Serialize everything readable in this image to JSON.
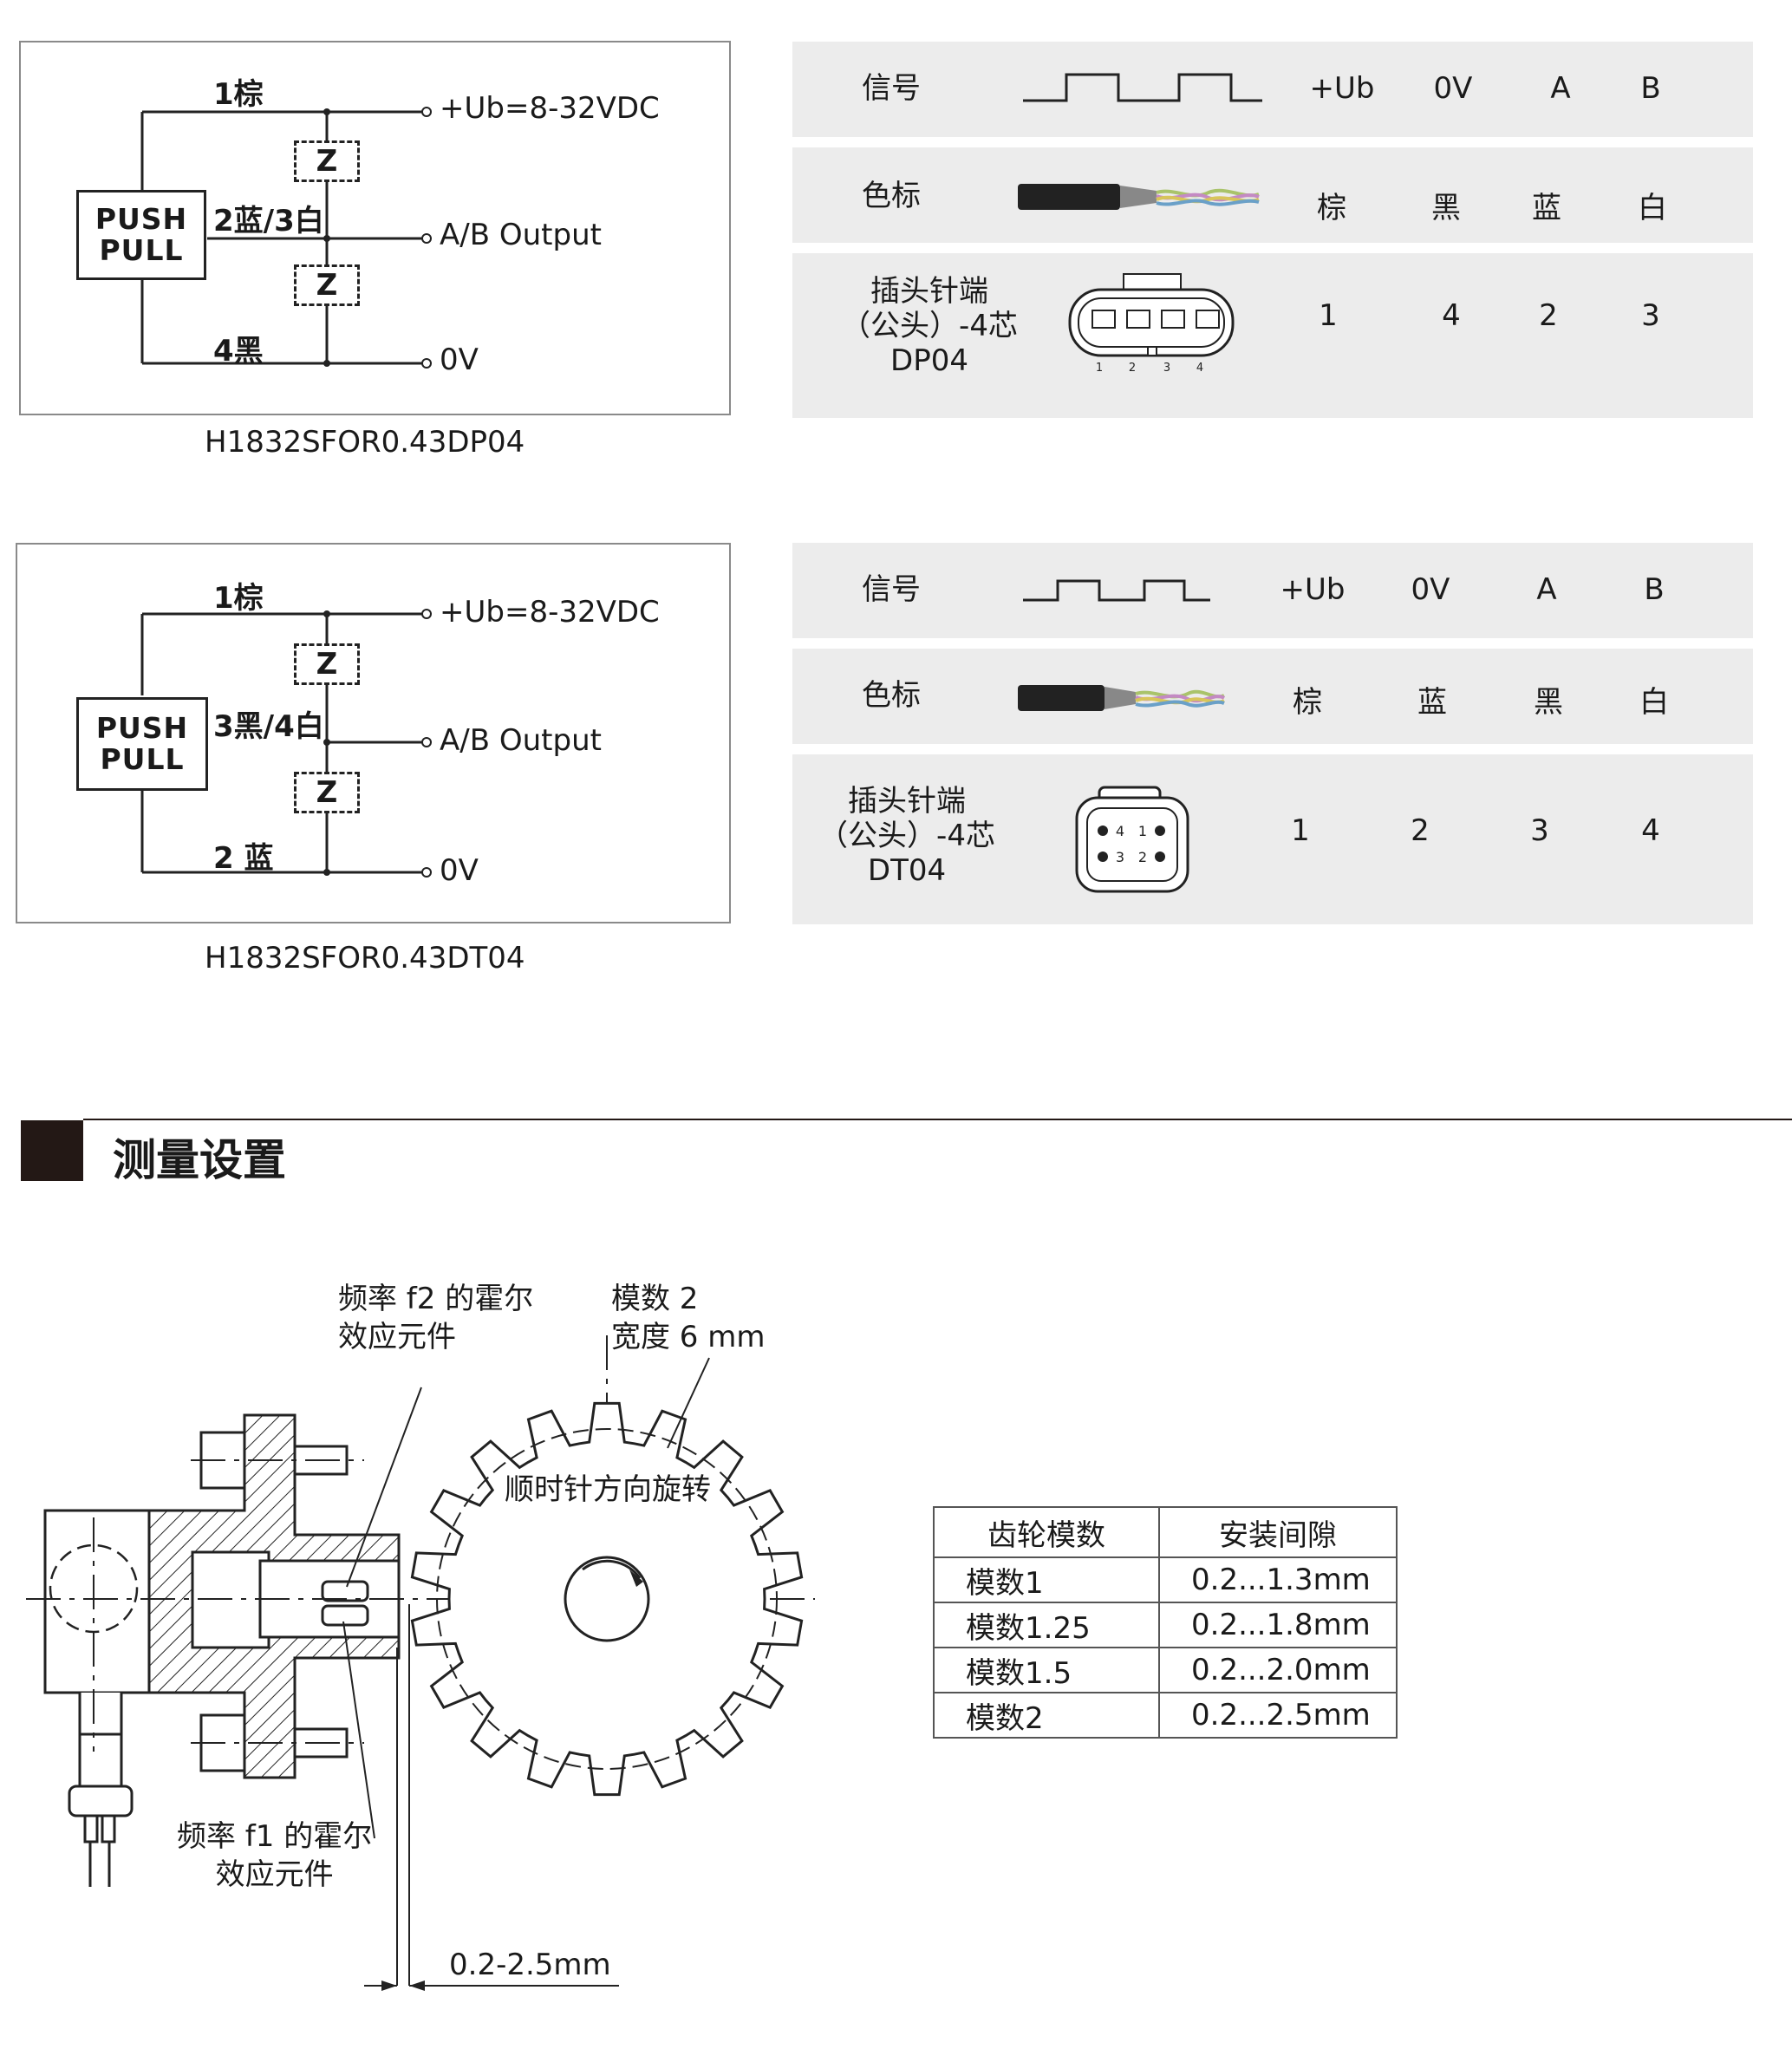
{
  "wiring": [
    {
      "label_top": "1棕",
      "label_mid": "2蓝/3白",
      "label_bottom": "4黑",
      "out_top": "+Ub=8-32VDC",
      "out_mid": "A/B Output",
      "out_bottom": "0V",
      "z_label": "Z",
      "push": "PUSH",
      "pull": "PULL",
      "model": "H1832SFOR0.43DP04"
    },
    {
      "label_top": "1棕",
      "label_mid": "3黑/4白",
      "label_bottom": "2 蓝",
      "out_top": "+Ub=8-32VDC",
      "out_mid": "A/B Output",
      "out_bottom": "0V",
      "z_label": "Z",
      "push": "PUSH",
      "pull": "PULL",
      "model": "H1832SFOR0.43DT04"
    }
  ],
  "pin_tables": [
    {
      "rows": [
        {
          "label": "信号",
          "cells": [
            "+Ub",
            "0V",
            "A",
            "B"
          ]
        },
        {
          "label": "色标",
          "cells": [
            "棕",
            "黑",
            "蓝",
            "白"
          ]
        },
        {
          "label_lines": [
            "插头针端",
            "（公头）-4芯",
            "DP04"
          ],
          "cells": [
            "1",
            "4",
            "2",
            "3"
          ]
        }
      ],
      "connector_pins": [
        "1",
        "2",
        "3",
        "4"
      ]
    },
    {
      "rows": [
        {
          "label": "信号",
          "cells": [
            "+Ub",
            "0V",
            "A",
            "B"
          ]
        },
        {
          "label": "色标",
          "cells": [
            "棕",
            "蓝",
            "黑",
            "白"
          ]
        },
        {
          "label_lines": [
            "插头针端",
            "（公头）-4芯",
            "DT04"
          ],
          "cells": [
            "1",
            "2",
            "3",
            "4"
          ]
        }
      ],
      "connector_pins": [
        "4",
        "1",
        "3",
        "2"
      ]
    }
  ],
  "section": {
    "title": "测量设置"
  },
  "drawing": {
    "sensor_f2": [
      "频率 f2 的霍尔",
      "效应元件"
    ],
    "sensor_f1": [
      "频率 f1 的霍尔",
      "效应元件"
    ],
    "module": [
      "模数 2",
      "宽度 6 mm"
    ],
    "rotation": "顺时针方向旋转",
    "gap": "0.2-2.5mm"
  },
  "gap_table": {
    "headers": [
      "齿轮模数",
      "安装间隙"
    ],
    "rows": [
      [
        "模数1",
        "0.2...1.3mm"
      ],
      [
        "模数1.25",
        "0.2...1.8mm"
      ],
      [
        "模数1.5",
        "0.2...2.0mm"
      ],
      [
        "模数2",
        "0.2...2.5mm"
      ]
    ]
  }
}
